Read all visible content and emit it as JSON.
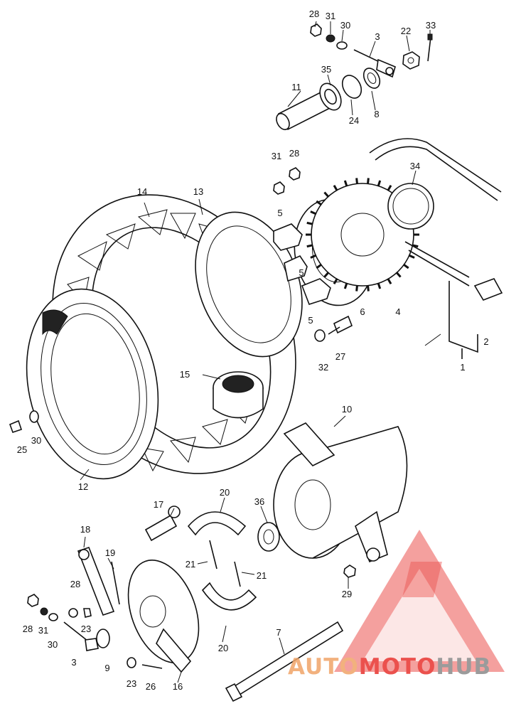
{
  "callouts": [
    {
      "id": "c28a",
      "text": "28"
    },
    {
      "id": "c31a",
      "text": "31"
    },
    {
      "id": "c30a",
      "text": "30"
    },
    {
      "id": "c3a",
      "text": "3"
    },
    {
      "id": "c22",
      "text": "22"
    },
    {
      "id": "c33",
      "text": "33"
    },
    {
      "id": "c35",
      "text": "35"
    },
    {
      "id": "c11",
      "text": "11"
    },
    {
      "id": "c24",
      "text": "24"
    },
    {
      "id": "c8",
      "text": "8"
    },
    {
      "id": "c31b",
      "text": "31"
    },
    {
      "id": "c28b",
      "text": "28"
    },
    {
      "id": "c34",
      "text": "34"
    },
    {
      "id": "c14",
      "text": "14"
    },
    {
      "id": "c13",
      "text": "13"
    },
    {
      "id": "c5a",
      "text": "5"
    },
    {
      "id": "c5b",
      "text": "5"
    },
    {
      "id": "c5c",
      "text": "5"
    },
    {
      "id": "c6",
      "text": "6"
    },
    {
      "id": "c4",
      "text": "4"
    },
    {
      "id": "c2",
      "text": "2"
    },
    {
      "id": "c1",
      "text": "1"
    },
    {
      "id": "c32",
      "text": "32"
    },
    {
      "id": "c27",
      "text": "27"
    },
    {
      "id": "c15",
      "text": "15"
    },
    {
      "id": "c25",
      "text": "25"
    },
    {
      "id": "c30b",
      "text": "30"
    },
    {
      "id": "c12",
      "text": "12"
    },
    {
      "id": "c10",
      "text": "10"
    },
    {
      "id": "c20a",
      "text": "20"
    },
    {
      "id": "c36",
      "text": "36"
    },
    {
      "id": "c17",
      "text": "17"
    },
    {
      "id": "c18",
      "text": "18"
    },
    {
      "id": "c19",
      "text": "19"
    },
    {
      "id": "c21a",
      "text": "21"
    },
    {
      "id": "c21b",
      "text": "21"
    },
    {
      "id": "c28c",
      "text": "28"
    },
    {
      "id": "c23a",
      "text": "23"
    },
    {
      "id": "c28d",
      "text": "28"
    },
    {
      "id": "c31c",
      "text": "31"
    },
    {
      "id": "c30c",
      "text": "30"
    },
    {
      "id": "c29",
      "text": "29"
    },
    {
      "id": "c20b",
      "text": "20"
    },
    {
      "id": "c7",
      "text": "7"
    },
    {
      "id": "c3b",
      "text": "3"
    },
    {
      "id": "c9",
      "text": "9"
    },
    {
      "id": "c23b",
      "text": "23"
    },
    {
      "id": "c26",
      "text": "26"
    },
    {
      "id": "c16",
      "text": "16"
    }
  ],
  "watermark": {
    "part1": "AUTO",
    "part2": "MOTO",
    "part3": "HUB",
    "color_orange": "#f0a468",
    "color_red": "#e8332f",
    "color_gray": "#8a8a8a"
  }
}
